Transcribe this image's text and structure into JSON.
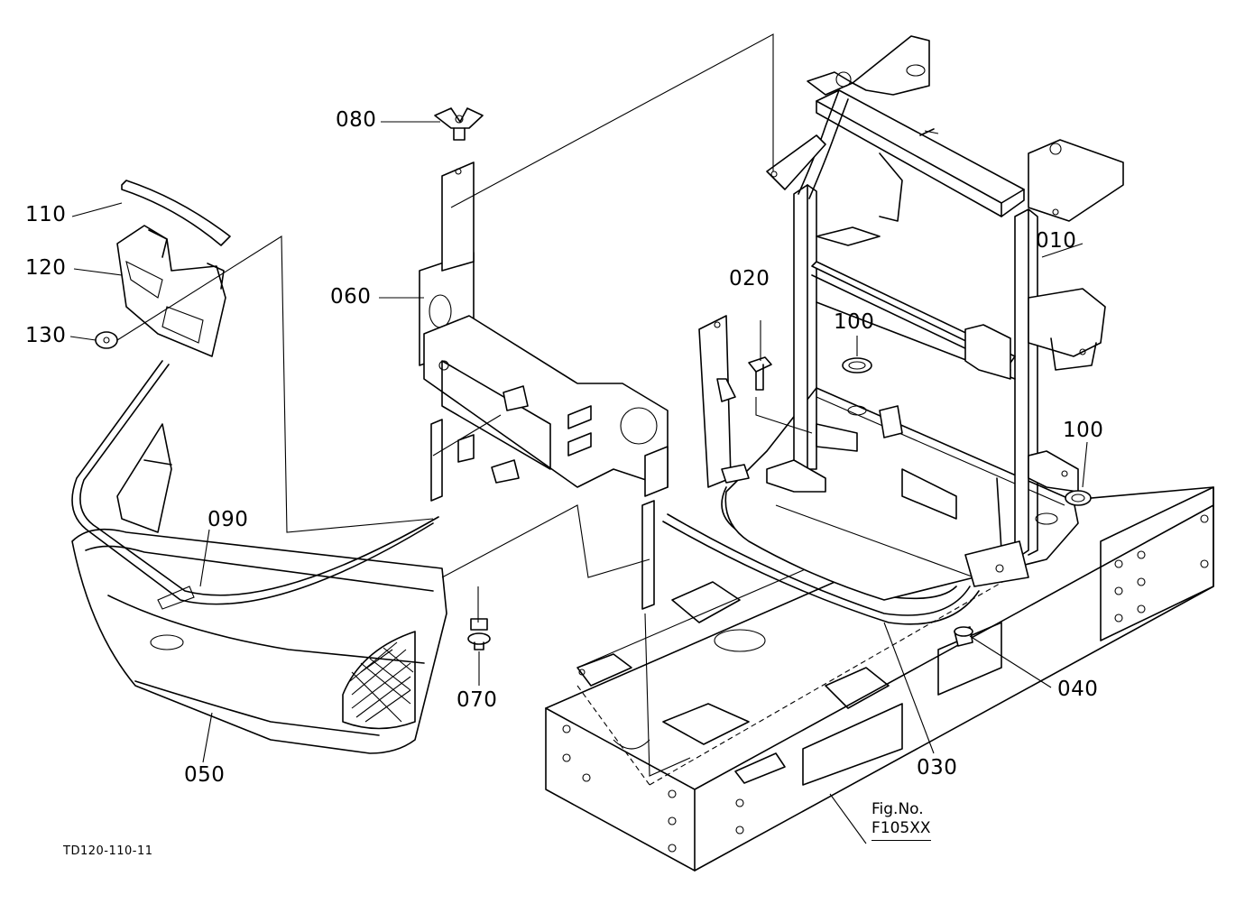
{
  "labels": {
    "p010": "010",
    "p020": "020",
    "p030": "030",
    "p040": "040",
    "p050": "050",
    "p060": "060",
    "p070": "070",
    "p080": "080",
    "p090": "090",
    "p100a": "100",
    "p100b": "100",
    "p110": "110",
    "p120": "120",
    "p130": "130"
  },
  "figure": {
    "line1": "Fig.No.",
    "line2": "F105XX"
  },
  "drawing_code": "TD120-110-11"
}
